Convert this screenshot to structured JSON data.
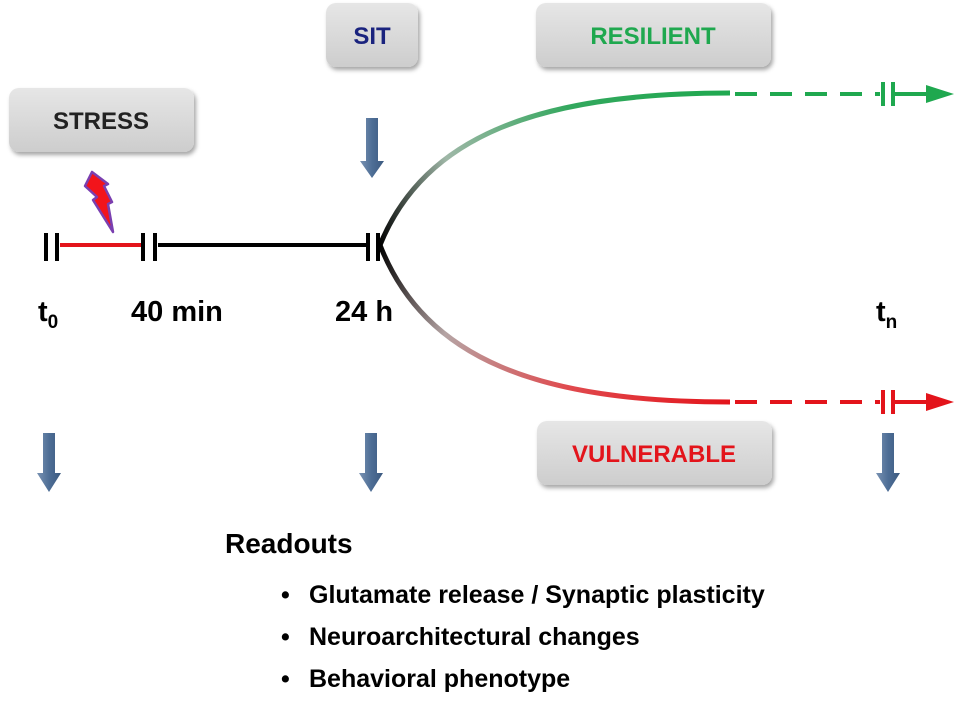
{
  "labels": {
    "stress": "STRESS",
    "sit": "SIT",
    "resilient": "RESILIENT",
    "vulnerable": "VULNERABLE"
  },
  "timepoints": {
    "t0_main": "t",
    "t0_sub": "0",
    "t40": "40 min",
    "t24": "24 h",
    "tn_main": "t",
    "tn_sub": "n"
  },
  "readouts": {
    "title": "Readouts",
    "bullet": "•",
    "items": [
      "Glutamate release / Synaptic plasticity",
      "Neuroarchitectural changes",
      "Behavioral phenotype"
    ]
  },
  "colors": {
    "resilient": "#1fa84f",
    "vulnerable": "#e3141b",
    "sit_text": "#1a237e",
    "arrow": "#4e6e96",
    "pill": "#d9d9d9",
    "stress_line": "#e3141b",
    "timeline": "#000000"
  }
}
